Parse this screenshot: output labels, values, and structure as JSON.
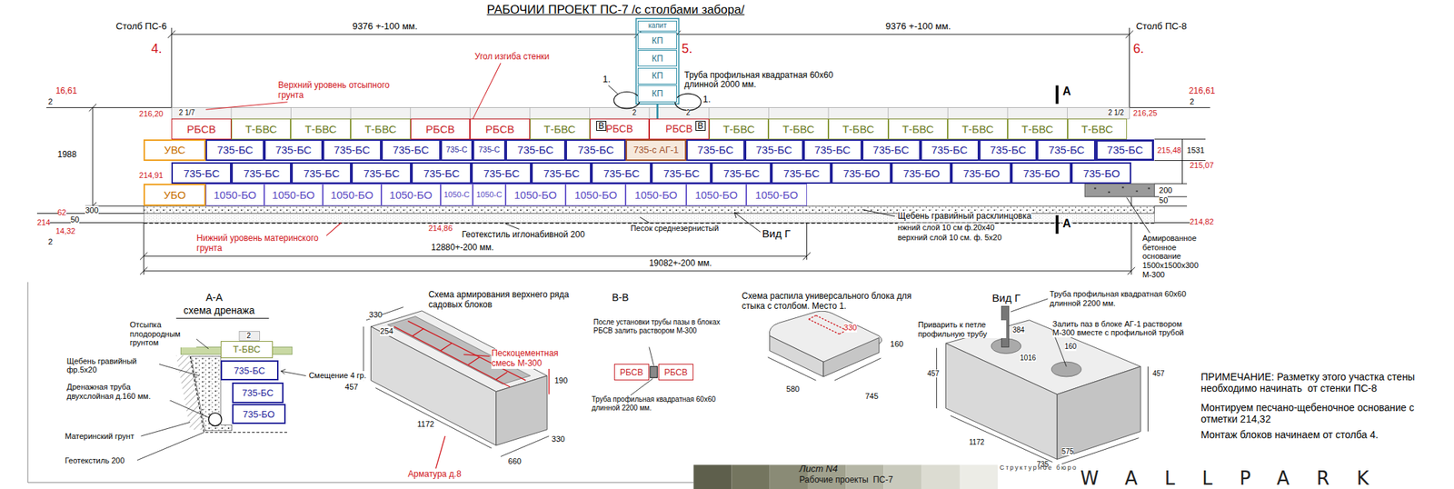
{
  "diagram": {
    "title": "РАБОЧИИ ПРОЕКТ ПС-7 /с столбами забора/",
    "nodes": [
      {
        "text": [
          "капит"
        ]
      },
      {
        "text": [
          "КП"
        ]
      },
      {
        "text": [
          "КП"
        ]
      },
      {
        "text": [
          "КП"
        ]
      },
      {
        "text": [
          "КП"
        ]
      },
      {
        "text": [
          "РБСВ"
        ]
      },
      {
        "text": [
          "Т-БВС"
        ]
      },
      {
        "text": [
          "Т-БВС"
        ]
      },
      {
        "text": [
          "Т-БВС"
        ]
      },
      {
        "text": [
          "РБСВ"
        ]
      },
      {
        "text": [
          "РБСВ"
        ]
      },
      {
        "text": [
          "Т-БВС"
        ]
      },
      {
        "text": [
          "РБСВ"
        ]
      },
      {
        "text": [
          "РБСВ"
        ]
      },
      {
        "text": [
          "Т-БВС"
        ]
      },
      {
        "text": [
          "Т-БВС"
        ]
      },
      {
        "text": [
          "Т-БВС"
        ]
      },
      {
        "text": [
          "Т-БВС"
        ]
      },
      {
        "text": [
          "Т-БВС"
        ]
      },
      {
        "text": [
          "Т-БВС"
        ]
      },
      {
        "text": [
          "Т-БВС"
        ]
      },
      {
        "text": [
          "УВС"
        ]
      },
      {
        "text": [
          "735-БС"
        ]
      },
      {
        "text": [
          "735-БС"
        ]
      },
      {
        "text": [
          "735-БС"
        ]
      },
      {
        "text": [
          "735-БС"
        ]
      },
      {
        "text": [
          "735-С"
        ]
      },
      {
        "text": [
          "735-С"
        ]
      },
      {
        "text": [
          "735-БС"
        ]
      },
      {
        "text": [
          "735-БС"
        ]
      },
      {
        "text": [
          "735-с АГ-1"
        ]
      },
      {
        "text": [
          "735-БС"
        ]
      },
      {
        "text": [
          "735-БС"
        ]
      },
      {
        "text": [
          "735-БС"
        ]
      },
      {
        "text": [
          "735-БС"
        ]
      },
      {
        "text": [
          "735-БС"
        ]
      },
      {
        "text": [
          "735-БС"
        ]
      },
      {
        "text": [
          "735-БС"
        ]
      },
      {
        "text": [
          "735-БС"
        ]
      },
      {
        "text": [
          "735-БС"
        ]
      },
      {
        "text": [
          "735-БС"
        ]
      },
      {
        "text": [
          "735-БС"
        ]
      },
      {
        "text": [
          "735-БС"
        ]
      },
      {
        "text": [
          "735-БС"
        ]
      },
      {
        "text": [
          "735-БС"
        ]
      },
      {
        "text": [
          "735-БС"
        ]
      },
      {
        "text": [
          "735-БС"
        ]
      },
      {
        "text": [
          "735-БС"
        ]
      },
      {
        "text": [
          "735-БС"
        ]
      },
      {
        "text": [
          "735-БС"
        ]
      },
      {
        "text": [
          "735-БО"
        ]
      },
      {
        "text": [
          "735-БО"
        ]
      },
      {
        "text": [
          "735-БО"
        ]
      },
      {
        "text": [
          "735-БО"
        ]
      },
      {
        "text": [
          "735-БО"
        ]
      },
      {
        "text": [
          "УБО"
        ]
      },
      {
        "text": [
          "1050-БО"
        ]
      },
      {
        "text": [
          "1050-БО"
        ]
      },
      {
        "text": [
          "1050-БО"
        ]
      },
      {
        "text": [
          "1050-БО"
        ]
      },
      {
        "text": [
          "1050-С"
        ]
      },
      {
        "text": [
          "1050-С"
        ]
      },
      {
        "text": [
          "1050-БО"
        ]
      },
      {
        "text": [
          "1050-БО"
        ]
      },
      {
        "text": [
          "1050-БО"
        ]
      },
      {
        "text": [
          "1050-БО"
        ]
      },
      {
        "text": [
          "1050-БО"
        ]
      },
      {
        "text": [
          "Т-БВС"
        ]
      },
      {
        "text": [
          "735-БС"
        ]
      },
      {
        "text": [
          "735-БС"
        ]
      },
      {
        "text": [
          "735-БО"
        ]
      },
      {
        "text": [
          "РБСВ"
        ]
      },
      {
        "text": [
          "РБСВ"
        ]
      }
    ],
    "labels": [
      "Столб ПС-6",
      "9376 +-100 мм.",
      "9376 +-100 мм.",
      "Столб ПС-8",
      "4.",
      "5.",
      "6.",
      "Труба профильная квадратная 60х60 длинной 2000 мм.",
      "1.",
      "1.",
      "Угол изгиба стенки",
      "Верхний уровень отсыпного грунта",
      "2 1/7",
      "2",
      "2",
      "2 1/2",
      "16,61",
      "2",
      "216,20",
      "1988",
      "214,91",
      "300",
      "62",
      "50",
      "214",
      "14,32",
      "2",
      "216,61",
      "2",
      "216,25",
      "215,48",
      "1531",
      "215,07",
      "200",
      "50",
      "214,82",
      "А",
      "А",
      "214,86",
      "Геотекстиль иглонабивной 200",
      "Песок среднезернистый",
      "Вид Г",
      "Щебень гравийный расклинцовка",
      "нжний слой 10 см ф.20х40",
      "верхний слой 10 см. ф. 5х20",
      "Нижний уровень материнского грунта",
      "12880+-200 мм.",
      "19082+-200 мм.",
      "Армированное бетонное основание 1500х1500х300 М-300",
      "В",
      "В",
      "А-А",
      "схема дренажа",
      "Отсыпка плодородным грунтом",
      "Щебень гравийный фр.5х20",
      "Дренажная труба двухслойная д.160 мм.",
      "Материнский грунт",
      "Геотекстиль 200",
      "2",
      "Смещение 4 гр.",
      "Схема армирования верхнего ряда садовых блоков",
      "330",
      "254",
      "457",
      "1172",
      "190",
      "330",
      "660",
      "Пескоцементная смесь М-300",
      "Арматура д.8",
      "В-В",
      "После установки трубы пазы в блоках РБСВ залить раствором М-300",
      "Труба профильная квадратная 60х60 длинной 2200 мм.",
      "Схема распила универсального блока для стыка с столбом. Место 1.",
      "330",
      "160",
      "580",
      "745",
      "Вид Г",
      "Приварить к петле профильную трубу",
      "Труба профильная квадратная 60х60 длинной 2200 мм.",
      "Залить паз в блоке АГ-1 раствором М-300 вместе с профильной трубой",
      "384",
      "1016",
      "160",
      "457",
      "1172",
      "575",
      "735",
      "457",
      "ПРИМЕЧАНИЕ: Разметку этого участка стены необходимо начинать  от стенки ПС-8",
      "Монтируем песчано-щебеночное основание с отметки 214,32",
      "Монтаж блоков начинаем от столба 4.",
      "Лист N4",
      "Рабочие проекты  ПС-7",
      "Структурное бюро",
      "WALLPARK"
    ]
  }
}
